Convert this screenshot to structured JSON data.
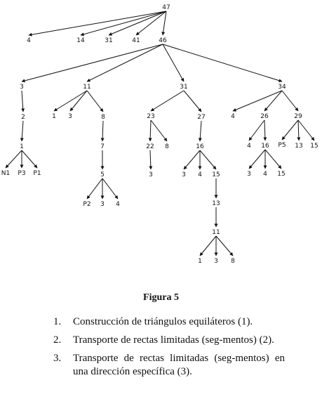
{
  "tree": {
    "nodes": [
      {
        "id": "n47",
        "label": "47"
      },
      {
        "id": "n4a",
        "label": "4"
      },
      {
        "id": "n14",
        "label": "14"
      },
      {
        "id": "n31a",
        "label": "31"
      },
      {
        "id": "n41",
        "label": "41"
      },
      {
        "id": "n46",
        "label": "46"
      },
      {
        "id": "n3a",
        "label": "3"
      },
      {
        "id": "n11a",
        "label": "11"
      },
      {
        "id": "n31b",
        "label": "31"
      },
      {
        "id": "n34",
        "label": "34"
      },
      {
        "id": "n2",
        "label": "2"
      },
      {
        "id": "n1a",
        "label": "1"
      },
      {
        "id": "nN1",
        "label": "N1"
      },
      {
        "id": "nP3",
        "label": "P3"
      },
      {
        "id": "nP1",
        "label": "P1"
      },
      {
        "id": "n1b",
        "label": "1"
      },
      {
        "id": "n3b",
        "label": "3"
      },
      {
        "id": "n8a",
        "label": "8"
      },
      {
        "id": "n7",
        "label": "7"
      },
      {
        "id": "n5",
        "label": "5"
      },
      {
        "id": "nP2",
        "label": "P2"
      },
      {
        "id": "n3c",
        "label": "3"
      },
      {
        "id": "n4b",
        "label": "4"
      },
      {
        "id": "n23",
        "label": "23"
      },
      {
        "id": "n27",
        "label": "27"
      },
      {
        "id": "n22",
        "label": "22"
      },
      {
        "id": "n8b",
        "label": "8"
      },
      {
        "id": "n3d",
        "label": "3"
      },
      {
        "id": "n16a",
        "label": "16"
      },
      {
        "id": "n3e",
        "label": "3"
      },
      {
        "id": "n4c",
        "label": "4"
      },
      {
        "id": "n15a",
        "label": "15"
      },
      {
        "id": "n13a",
        "label": "13"
      },
      {
        "id": "n11b",
        "label": "11"
      },
      {
        "id": "n1c",
        "label": "1"
      },
      {
        "id": "n3f",
        "label": "3"
      },
      {
        "id": "n8c",
        "label": "8"
      },
      {
        "id": "n4d",
        "label": "4"
      },
      {
        "id": "n26",
        "label": "26"
      },
      {
        "id": "n29",
        "label": "29"
      },
      {
        "id": "n4e",
        "label": "4"
      },
      {
        "id": "n16b",
        "label": "16"
      },
      {
        "id": "n3g",
        "label": "3"
      },
      {
        "id": "n4f",
        "label": "4"
      },
      {
        "id": "n15b",
        "label": "15"
      },
      {
        "id": "nP5",
        "label": "P5"
      },
      {
        "id": "n13b",
        "label": "13"
      },
      {
        "id": "n15c",
        "label": "15"
      }
    ],
    "edges": [
      [
        "n47",
        "n4a"
      ],
      [
        "n47",
        "n14"
      ],
      [
        "n47",
        "n31a"
      ],
      [
        "n47",
        "n41"
      ],
      [
        "n47",
        "n46"
      ],
      [
        "n46",
        "n3a"
      ],
      [
        "n46",
        "n11a"
      ],
      [
        "n46",
        "n31b"
      ],
      [
        "n46",
        "n34"
      ],
      [
        "n3a",
        "n2"
      ],
      [
        "n2",
        "n1a"
      ],
      [
        "n1a",
        "nN1"
      ],
      [
        "n1a",
        "nP3"
      ],
      [
        "n1a",
        "nP1"
      ],
      [
        "n11a",
        "n1b"
      ],
      [
        "n11a",
        "n3b"
      ],
      [
        "n11a",
        "n8a"
      ],
      [
        "n8a",
        "n7"
      ],
      [
        "n7",
        "n5"
      ],
      [
        "n5",
        "nP2"
      ],
      [
        "n5",
        "n3c"
      ],
      [
        "n5",
        "n4b"
      ],
      [
        "n31b",
        "n23"
      ],
      [
        "n31b",
        "n27"
      ],
      [
        "n23",
        "n22"
      ],
      [
        "n23",
        "n8b"
      ],
      [
        "n22",
        "n3d"
      ],
      [
        "n27",
        "n16a"
      ],
      [
        "n16a",
        "n3e"
      ],
      [
        "n16a",
        "n4c"
      ],
      [
        "n16a",
        "n15a"
      ],
      [
        "n15a",
        "n13a"
      ],
      [
        "n13a",
        "n11b"
      ],
      [
        "n11b",
        "n1c"
      ],
      [
        "n11b",
        "n3f"
      ],
      [
        "n11b",
        "n8c"
      ],
      [
        "n34",
        "n4d"
      ],
      [
        "n34",
        "n26"
      ],
      [
        "n34",
        "n29"
      ],
      [
        "n26",
        "n4e"
      ],
      [
        "n26",
        "n16b"
      ],
      [
        "n16b",
        "n3g"
      ],
      [
        "n16b",
        "n4f"
      ],
      [
        "n16b",
        "n15b"
      ],
      [
        "n29",
        "nP5"
      ],
      [
        "n29",
        "n13b"
      ],
      [
        "n29",
        "n15c"
      ]
    ]
  },
  "caption": "Figura 5",
  "items": [
    {
      "number": "1.",
      "text": "Construcción de triángulos equiláteros (1)."
    },
    {
      "number": "2.",
      "text": "Transporte de rectas limitadas (seg-mentos) (2)."
    },
    {
      "number": "3.",
      "text": "Transporte de rectas limitadas (seg-mentos) en una dirección específica (3)."
    }
  ]
}
